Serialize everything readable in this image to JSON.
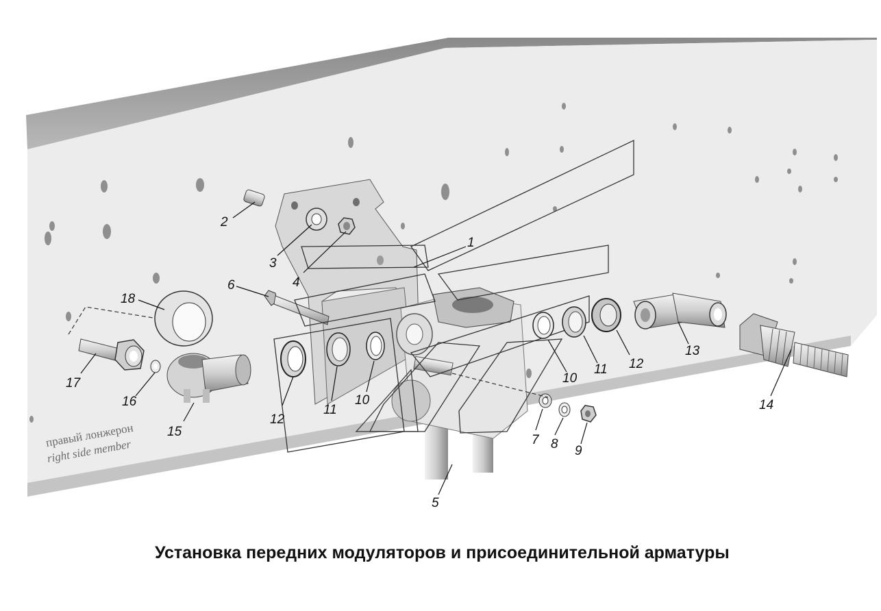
{
  "caption": "Установка передних модуляторов и присоединительной арматуры",
  "frame_label": {
    "ru": "правый лонжерон",
    "en": "right side member"
  },
  "callouts": {
    "c1": "1",
    "c2": "2",
    "c3": "3",
    "c4": "4",
    "c5": "5",
    "c6": "6",
    "c7": "7",
    "c8": "8",
    "c9": "9",
    "c10a": "10",
    "c10b": "10",
    "c11a": "11",
    "c11b": "11",
    "c12a": "12",
    "c12b": "12",
    "c13": "13",
    "c14": "14",
    "c15": "15",
    "c16": "16",
    "c17": "17",
    "c18": "18"
  },
  "colors": {
    "frame_top": "#9a9a9a",
    "frame_face": "#eeeeee",
    "part_fill": "#dcdcdc",
    "part_dark": "#8c8c8c",
    "line": "#222222"
  }
}
